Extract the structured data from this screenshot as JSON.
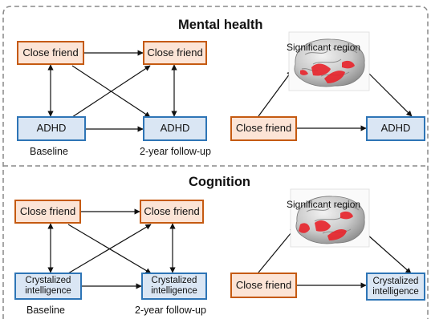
{
  "sections": {
    "mental_health": {
      "title": "Mental health",
      "predictor": "Close friend",
      "outcome": "ADHD",
      "baseline_label": "Baseline",
      "followup_label": "2-year follow-up",
      "region_label": "Significant region"
    },
    "cognition": {
      "title": "Cognition",
      "predictor": "Close friend",
      "outcome_line1": "Crystalized",
      "outcome_line2": "intelligence",
      "baseline_label": "Baseline",
      "followup_label": "2-year follow-up",
      "region_label": "Significant region"
    }
  },
  "colors": {
    "predictor_fill": "#fce4d6",
    "predictor_border": "#c55a11",
    "outcome_fill": "#dae6f4",
    "outcome_border": "#2e75b6",
    "region_highlight": "#e8222a"
  }
}
